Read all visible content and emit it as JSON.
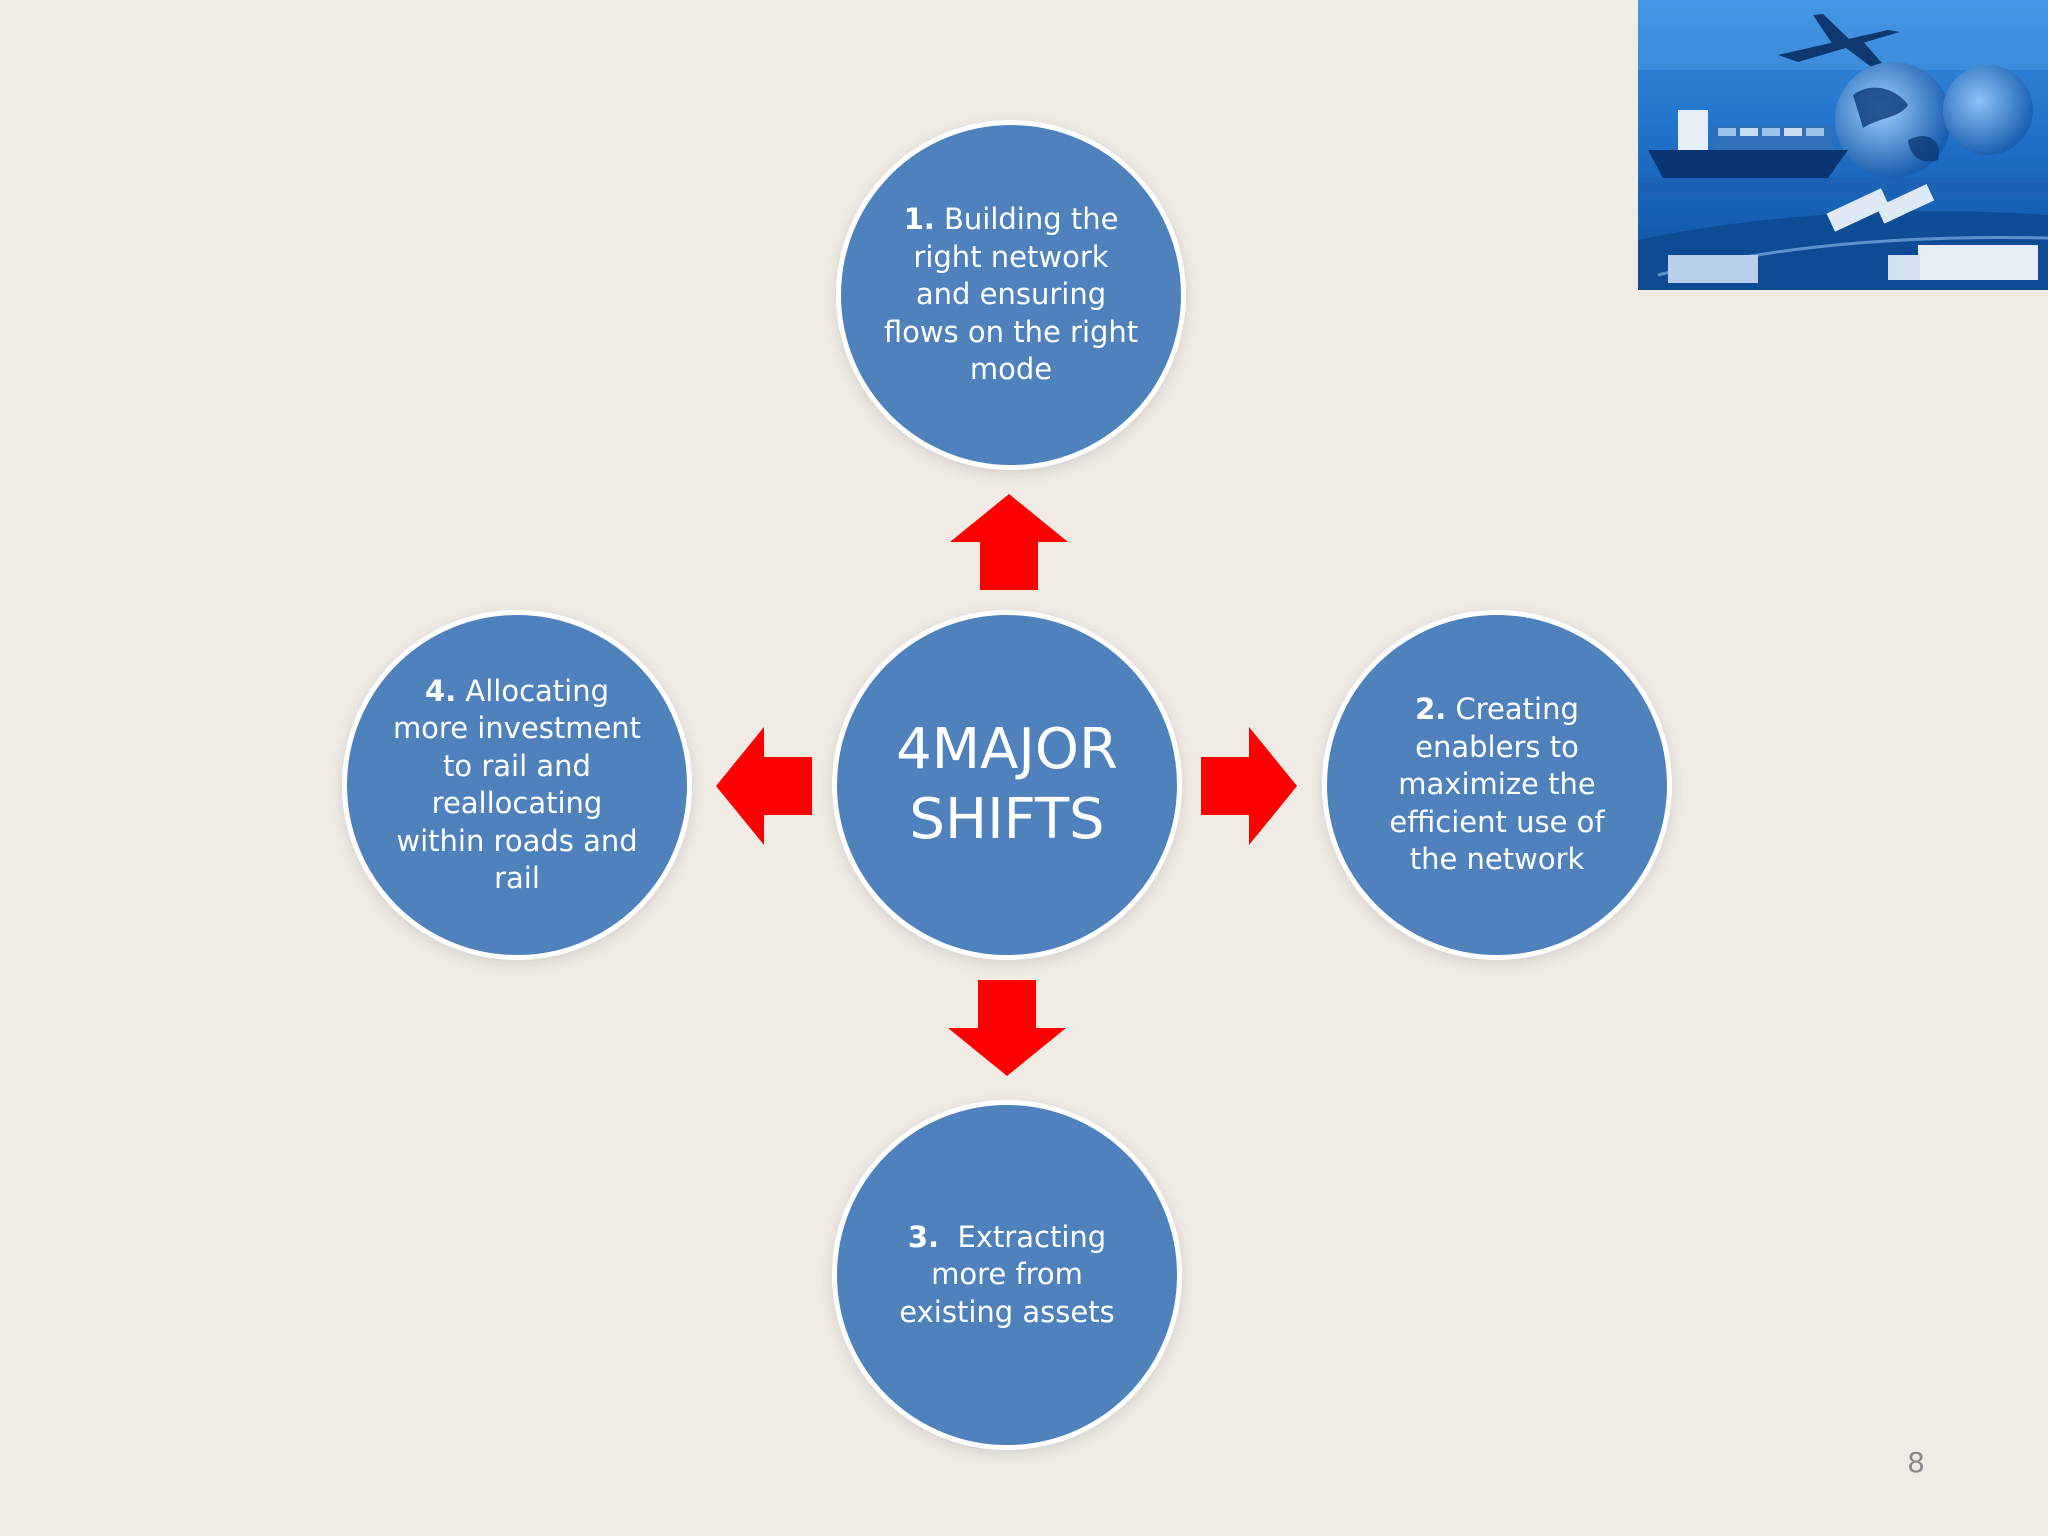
{
  "center": {
    "line1": "4MAJOR",
    "line2": "SHIFTS"
  },
  "shifts": [
    {
      "num": "1.",
      "text": "Building the right network and ensuring flows on the right mode"
    },
    {
      "num": "2.",
      "text": "Creating enablers to maximize the efficient use of the network"
    },
    {
      "num": "3.",
      "text": "Extracting more from existing assets"
    },
    {
      "num": "4.",
      "text": "Allocating more investment to rail and reallocating within roads and rail"
    }
  ],
  "page_number": "8",
  "colors": {
    "background": "#f0ebe5",
    "circle_fill": "#4f81bd",
    "circle_border": "#ffffff",
    "arrow": "#ff0000"
  },
  "image": {
    "subject": "transport-logistics-photo"
  }
}
